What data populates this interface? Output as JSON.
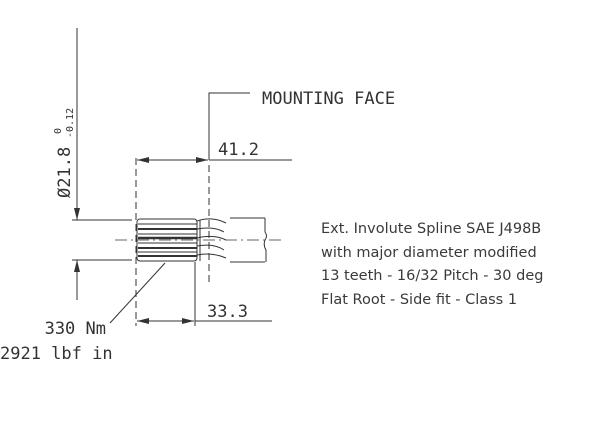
{
  "drawing": {
    "mounting_face_label": "MOUNTING FACE",
    "dim_overall": "41.2",
    "dim_spline": "33.3",
    "diameter": {
      "symbol": "Ø",
      "value": "21.8",
      "upper_tol": "0",
      "lower_tol": "-0.12"
    },
    "torque_nm": "330 Nm",
    "torque_lbf": "2921 lbf in"
  },
  "spec_lines": [
    "Ext. Involute Spline SAE J498B",
    "with major diameter modified",
    "13 teeth - 16/32 Pitch - 30 deg",
    "Flat Root - Side fit - Class 1"
  ],
  "colors": {
    "line": "#333333",
    "text": "#3a3a3a"
  }
}
